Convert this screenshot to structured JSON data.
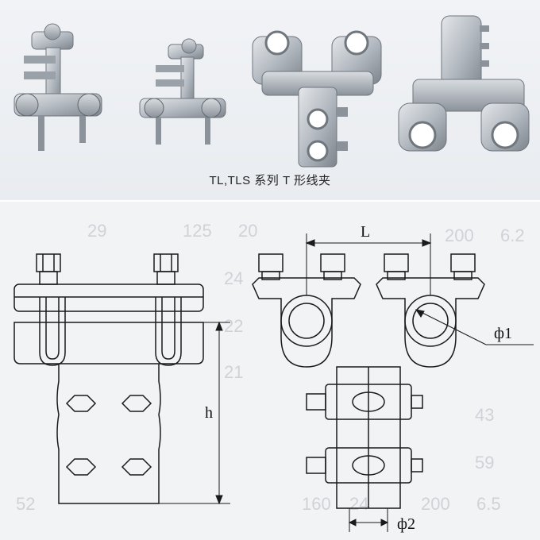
{
  "caption": "TL,TLS 系列 T 形线夹",
  "labels": {
    "L": "L",
    "h": "h",
    "phi1": "ф1",
    "phi2": "ф2"
  },
  "background_table_values": [
    "29",
    "125",
    "20",
    "200",
    "6.2",
    "24",
    "22",
    "21",
    "43",
    "59",
    "52",
    "160",
    "24",
    "200",
    "6.5"
  ],
  "colors": {
    "line": "#1a1a1a",
    "metal_light": "#c9ced4",
    "metal_dark": "#7d848c",
    "photo_bg": "#eef0f3"
  }
}
